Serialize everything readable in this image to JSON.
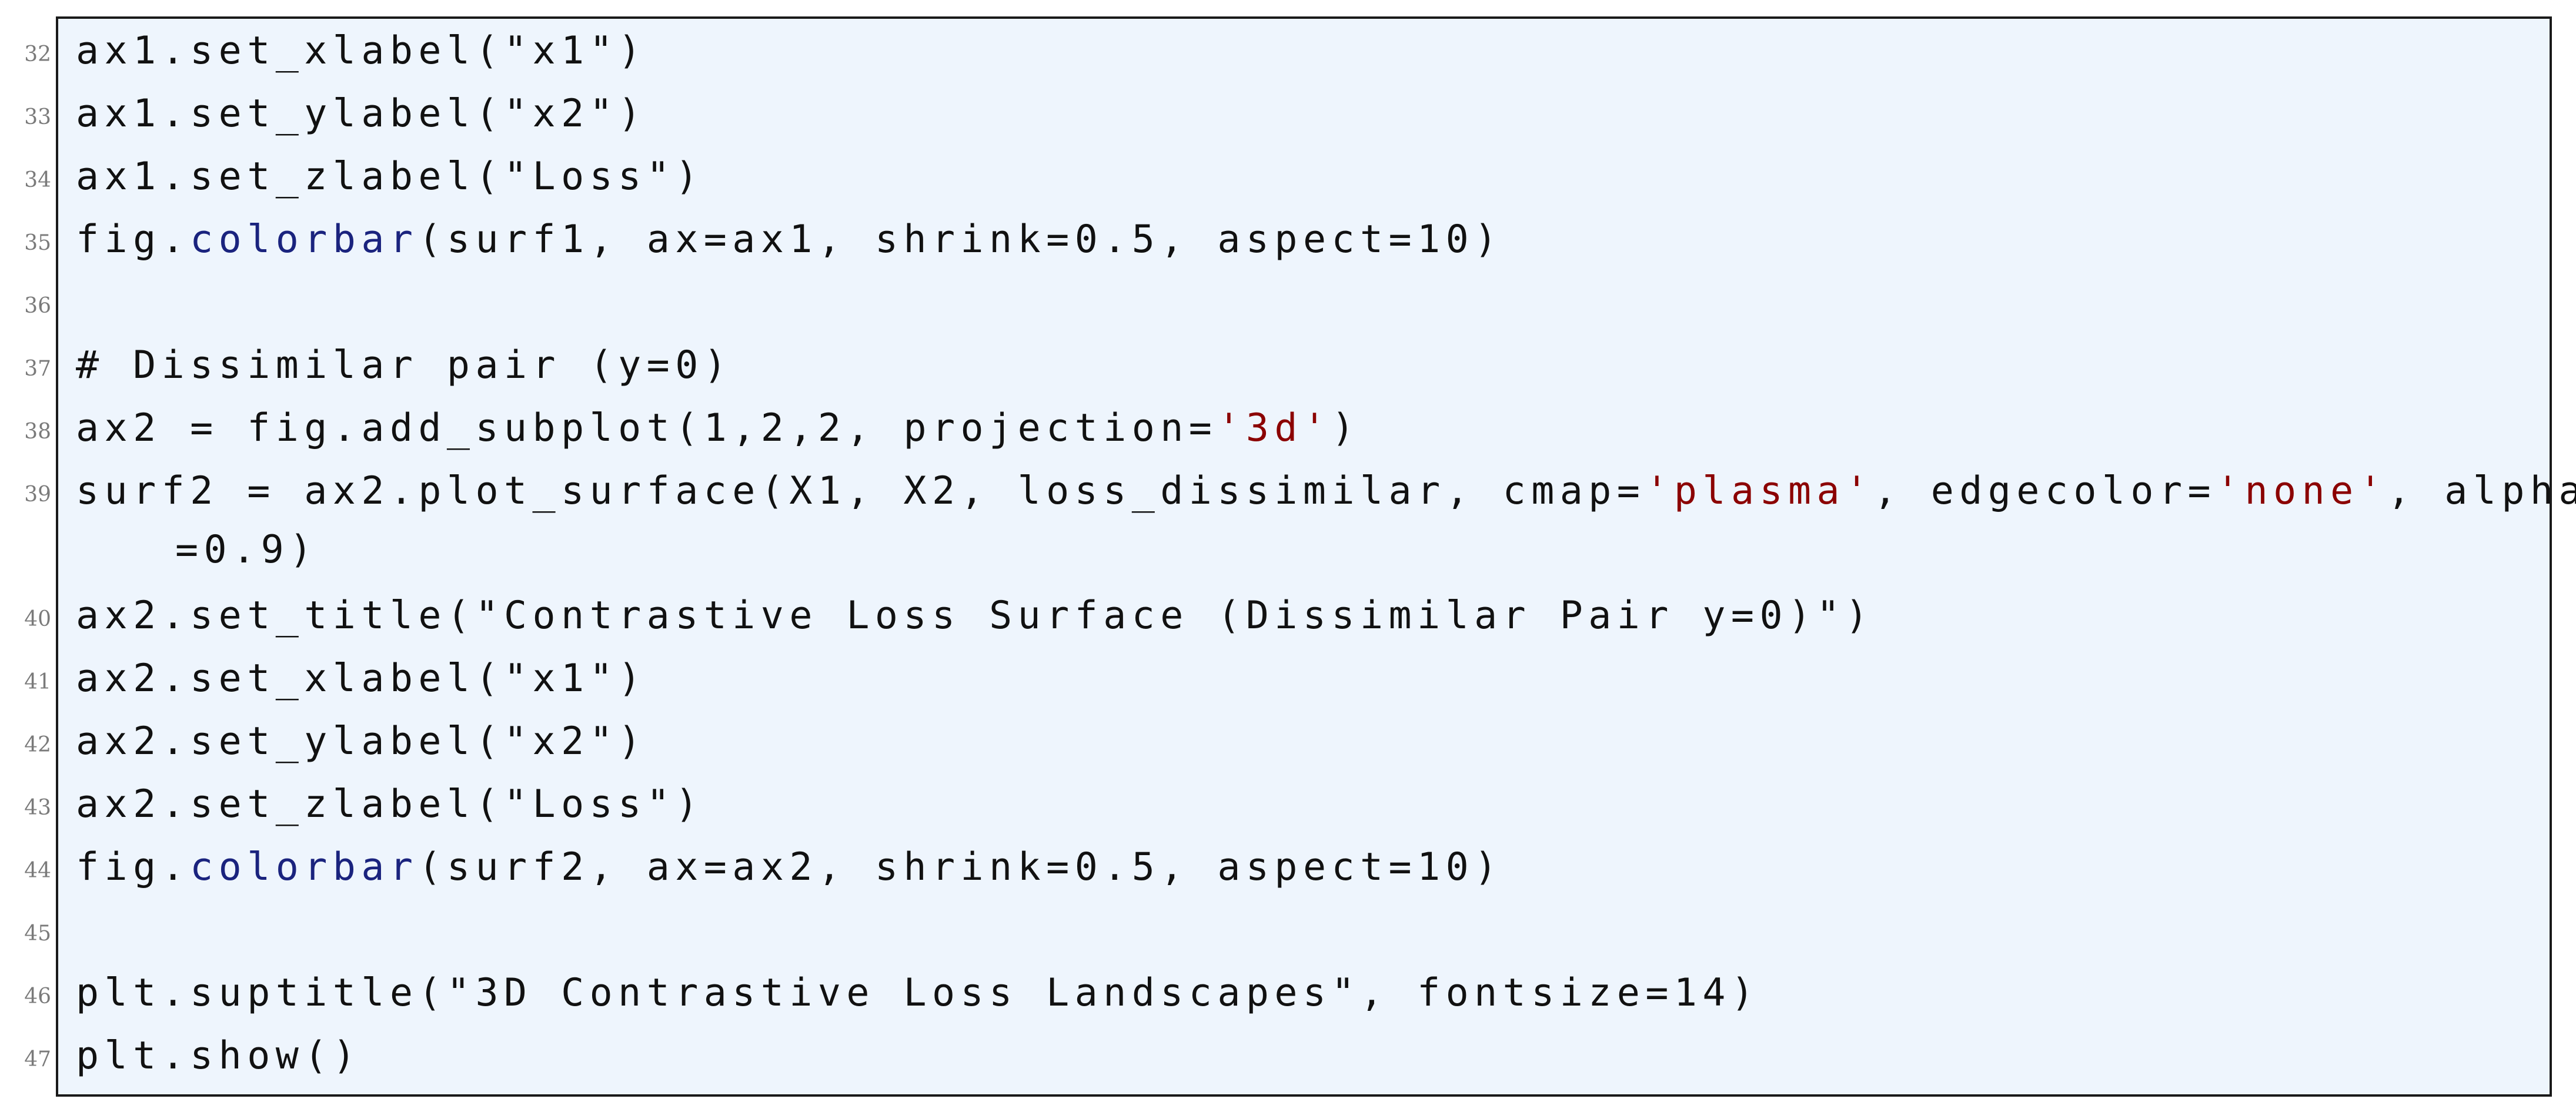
{
  "colors": {
    "background": "#eef5fd",
    "border": "#1a1a1a",
    "text": "#111111",
    "line_number": "#7a7a7a",
    "function_name": "#1a237e",
    "string_literal": "#8b0000"
  },
  "code": {
    "lines": [
      {
        "num": "32",
        "text": "ax1.set_xlabel(\"x1\")"
      },
      {
        "num": "33",
        "text": "ax1.set_ylabel(\"x2\")"
      },
      {
        "num": "34",
        "text": "ax1.set_zlabel(\"Loss\")"
      },
      {
        "num": "35",
        "pre": "fig.",
        "fn": "colorbar",
        "post": "(surf1, ax=ax1, shrink=0.5, aspect=10)"
      },
      {
        "num": "36",
        "text": ""
      },
      {
        "num": "37",
        "text": "# Dissimilar pair (y=0)"
      },
      {
        "num": "38",
        "pre": "ax2 = fig.add_subplot(1,2,2, projection=",
        "str": "'3d'",
        "post": ")"
      },
      {
        "num": "39",
        "pre": "surf2 = ax2.plot_surface(X1, X2, loss_dissimilar, cmap=",
        "str": "'plasma'",
        "mid": ", edgecolor=",
        "str2": "'none'",
        "post": ", alpha",
        "cont": "=0.9)"
      },
      {
        "num": "40",
        "text": "ax2.set_title(\"Contrastive Loss Surface (Dissimilar Pair y=0)\")"
      },
      {
        "num": "41",
        "text": "ax2.set_xlabel(\"x1\")"
      },
      {
        "num": "42",
        "text": "ax2.set_ylabel(\"x2\")"
      },
      {
        "num": "43",
        "text": "ax2.set_zlabel(\"Loss\")"
      },
      {
        "num": "44",
        "pre": "fig.",
        "fn": "colorbar",
        "post": "(surf2, ax=ax2, shrink=0.5, aspect=10)"
      },
      {
        "num": "45",
        "text": ""
      },
      {
        "num": "46",
        "text": "plt.suptitle(\"3D Contrastive Loss Landscapes\", fontsize=14)"
      },
      {
        "num": "47",
        "text": "plt.show()"
      }
    ]
  }
}
